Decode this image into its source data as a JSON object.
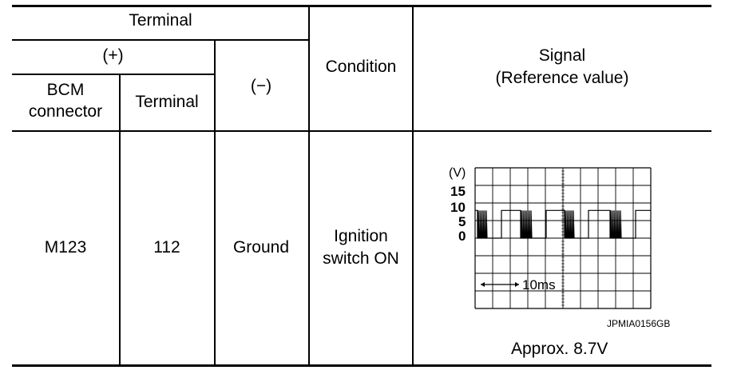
{
  "header": {
    "terminal": "Terminal",
    "positive": "(+)",
    "bcm_connector_line1": "BCM",
    "bcm_connector_line2": "connector",
    "terminal_sub": "Terminal",
    "negative": "(−)",
    "condition": "Condition",
    "signal_line1": "Signal",
    "signal_line2": "(Reference value)"
  },
  "row": {
    "connector": "M123",
    "terminal": "112",
    "negative": "Ground",
    "condition_line1": "Ignition",
    "condition_line2": "switch ON",
    "value": "Approx. 8.7V"
  },
  "waveform": {
    "unit_label": "(V)",
    "y_labels": [
      "15",
      "10",
      "5",
      "0"
    ],
    "time_label": "10ms",
    "figure_id": "JPMIA0156GB",
    "high_v": 10,
    "low_v": 0
  }
}
